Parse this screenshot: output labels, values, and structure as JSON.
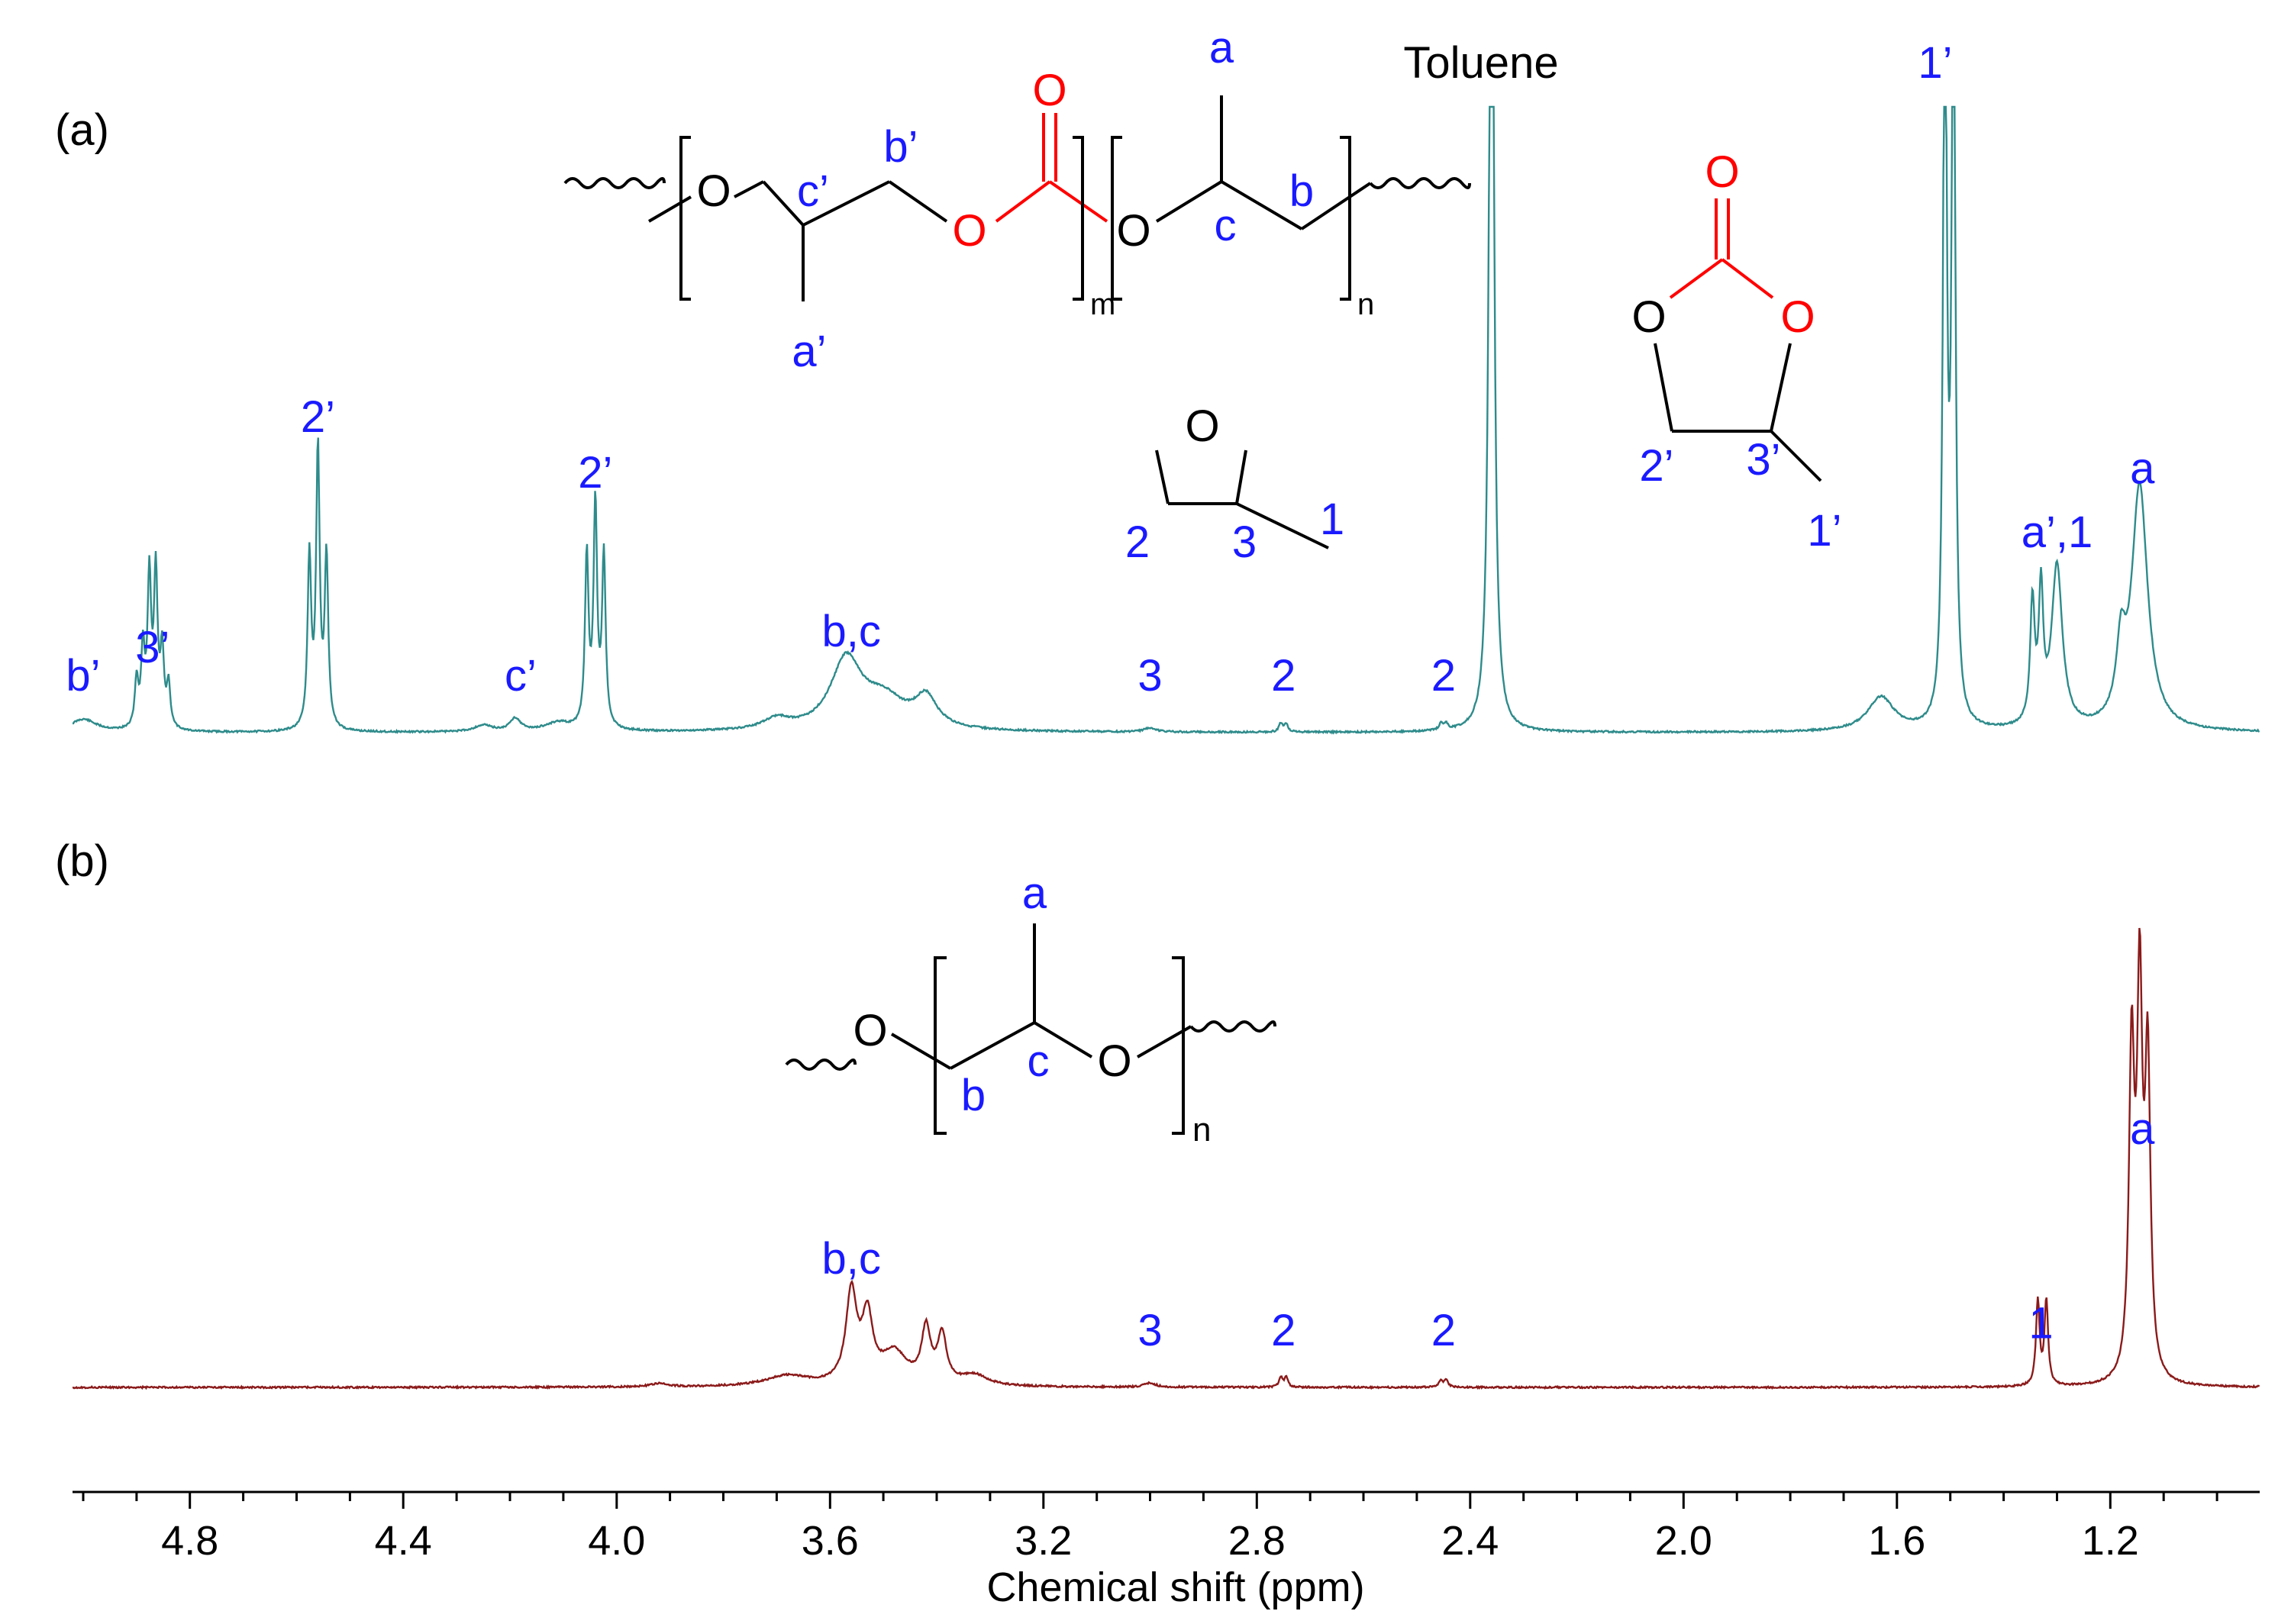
{
  "colors": {
    "spectrum_a": "#2e8b8b",
    "spectrum_b": "#8b1a1a",
    "label": "#1a1aff",
    "carbonate": "#ff0000",
    "structure": "#000000",
    "axis": "#000000"
  },
  "chart_data": {
    "type": "line",
    "xlabel": "Chemical shift (ppm)",
    "xlim": [
      5.02,
      0.92
    ],
    "x_reversed": true,
    "xticks": [
      4.8,
      4.4,
      4.0,
      3.6,
      3.2,
      2.8,
      2.4,
      2.0,
      1.6,
      1.2
    ],
    "xtick_labels": [
      "4.8",
      "4.4",
      "4.0",
      "3.6",
      "3.2",
      "2.8",
      "2.4",
      "2.0",
      "1.6",
      "1.2"
    ],
    "yaxis_shown": false,
    "grid": false,
    "panels": [
      {
        "panel_label": "(a)",
        "peaks": [
          {
            "ppm": 5.0,
            "height": 0.03,
            "width": 0.03
          },
          {
            "ppm": 4.9,
            "height": 0.11,
            "width": 0.004
          },
          {
            "ppm": 4.888,
            "height": 0.18,
            "width": 0.004
          },
          {
            "ppm": 4.876,
            "height": 0.35,
            "width": 0.004
          },
          {
            "ppm": 4.864,
            "height": 0.36,
            "width": 0.004
          },
          {
            "ppm": 4.852,
            "height": 0.18,
            "width": 0.004
          },
          {
            "ppm": 4.84,
            "height": 0.1,
            "width": 0.004
          },
          {
            "ppm": 4.576,
            "height": 0.4,
            "width": 0.004
          },
          {
            "ppm": 4.56,
            "height": 0.65,
            "width": 0.004
          },
          {
            "ppm": 4.544,
            "height": 0.4,
            "width": 0.004
          },
          {
            "ppm": 4.25,
            "height": 0.015,
            "width": 0.02
          },
          {
            "ppm": 4.19,
            "height": 0.03,
            "width": 0.012
          },
          {
            "ppm": 4.11,
            "height": 0.02,
            "width": 0.03
          },
          {
            "ppm": 4.056,
            "height": 0.4,
            "width": 0.004
          },
          {
            "ppm": 4.04,
            "height": 0.52,
            "width": 0.004
          },
          {
            "ppm": 4.024,
            "height": 0.4,
            "width": 0.004
          },
          {
            "ppm": 3.7,
            "height": 0.025,
            "width": 0.03
          },
          {
            "ppm": 3.57,
            "height": 0.16,
            "width": 0.035
          },
          {
            "ppm": 3.5,
            "height": 0.07,
            "width": 0.05
          },
          {
            "ppm": 3.42,
            "height": 0.07,
            "width": 0.025
          },
          {
            "ppm": 3.0,
            "height": 0.01,
            "width": 0.012
          },
          {
            "ppm": 2.755,
            "height": 0.02,
            "width": 0.004
          },
          {
            "ppm": 2.745,
            "height": 0.02,
            "width": 0.004
          },
          {
            "ppm": 2.455,
            "height": 0.015,
            "width": 0.004
          },
          {
            "ppm": 2.445,
            "height": 0.015,
            "width": 0.004
          },
          {
            "ppm": 2.36,
            "height": 2.5,
            "width": 0.005
          },
          {
            "ppm": 1.63,
            "height": 0.08,
            "width": 0.03
          },
          {
            "ppm": 1.51,
            "height": 1.9,
            "width": 0.004
          },
          {
            "ppm": 1.494,
            "height": 1.9,
            "width": 0.004
          },
          {
            "ppm": 1.346,
            "height": 0.28,
            "width": 0.005
          },
          {
            "ppm": 1.33,
            "height": 0.3,
            "width": 0.005
          },
          {
            "ppm": 1.3,
            "height": 0.38,
            "width": 0.012
          },
          {
            "ppm": 1.18,
            "height": 0.16,
            "width": 0.01
          },
          {
            "ppm": 1.145,
            "height": 0.57,
            "width": 0.018
          }
        ],
        "annotations": [
          {
            "text": "b’",
            "ppm": 5.0,
            "row": 1
          },
          {
            "text": "3’",
            "ppm": 4.87,
            "row": 4
          },
          {
            "text": "2’",
            "ppm": 4.56,
            "row": 6
          },
          {
            "text": "c’",
            "ppm": 4.18,
            "row": 1
          },
          {
            "text": "2’",
            "ppm": 4.04,
            "row": 5
          },
          {
            "text": "b,c",
            "ppm": 3.56,
            "row": 2
          },
          {
            "text": "3",
            "ppm": 3.0,
            "row": 0
          },
          {
            "text": "2",
            "ppm": 2.75,
            "row": 0
          },
          {
            "text": "2",
            "ppm": 2.45,
            "row": 0
          },
          {
            "text": "a’,1",
            "ppm": 1.3,
            "row": 3
          },
          {
            "text": "a",
            "ppm": 1.14,
            "row": 5
          }
        ],
        "top_labels": [
          {
            "text": "Toluene",
            "ppm": 2.36,
            "color": "black"
          },
          {
            "text": "1’",
            "ppm": 1.5,
            "color": "blue"
          }
        ]
      },
      {
        "panel_label": "(b)",
        "peaks": [
          {
            "ppm": 3.92,
            "height": 0.006,
            "width": 0.02
          },
          {
            "ppm": 3.68,
            "height": 0.02,
            "width": 0.05
          },
          {
            "ppm": 3.56,
            "height": 0.17,
            "width": 0.012
          },
          {
            "ppm": 3.53,
            "height": 0.12,
            "width": 0.012
          },
          {
            "ppm": 3.48,
            "height": 0.06,
            "width": 0.03
          },
          {
            "ppm": 3.42,
            "height": 0.1,
            "width": 0.01
          },
          {
            "ppm": 3.39,
            "height": 0.09,
            "width": 0.01
          },
          {
            "ppm": 3.33,
            "height": 0.02,
            "width": 0.03
          },
          {
            "ppm": 3.0,
            "height": 0.008,
            "width": 0.012
          },
          {
            "ppm": 2.755,
            "height": 0.018,
            "width": 0.004
          },
          {
            "ppm": 2.745,
            "height": 0.018,
            "width": 0.004
          },
          {
            "ppm": 2.455,
            "height": 0.014,
            "width": 0.004
          },
          {
            "ppm": 2.445,
            "height": 0.014,
            "width": 0.004
          },
          {
            "ppm": 1.336,
            "height": 0.16,
            "width": 0.004
          },
          {
            "ppm": 1.32,
            "height": 0.16,
            "width": 0.004
          },
          {
            "ppm": 1.16,
            "height": 0.6,
            "width": 0.006
          },
          {
            "ppm": 1.145,
            "height": 0.7,
            "width": 0.006
          },
          {
            "ppm": 1.13,
            "height": 0.58,
            "width": 0.006
          }
        ],
        "annotations": [
          {
            "text": "b,c",
            "ppm": 3.56,
            "row": 2
          },
          {
            "text": "3",
            "ppm": 3.0,
            "row": 0
          },
          {
            "text": "2",
            "ppm": 2.75,
            "row": 0
          },
          {
            "text": "2",
            "ppm": 2.45,
            "row": 0
          },
          {
            "text": "1",
            "ppm": 1.33,
            "row": 2
          },
          {
            "text": "a",
            "ppm": 1.14,
            "row": 7
          }
        ]
      }
    ]
  },
  "structures": {
    "copolymer": {
      "oxygen": "O",
      "carbonyl_oxygen": "O",
      "repeat_m": "m",
      "repeat_n": "n",
      "labels": {
        "a": "a",
        "b": "b",
        "c": "c",
        "a_prime": "a’",
        "b_prime": "b’",
        "c_prime": "c’"
      }
    },
    "propylene_oxide": {
      "oxygen": "O",
      "labels": [
        "2",
        "3",
        "1"
      ]
    },
    "propylene_carbonate": {
      "oxygen": "O",
      "labels": [
        "2’",
        "3’",
        "1’"
      ]
    },
    "polyether": {
      "oxygen": "O",
      "repeat_n": "n",
      "labels": {
        "a": "a",
        "b": "b",
        "c": "c"
      }
    }
  }
}
